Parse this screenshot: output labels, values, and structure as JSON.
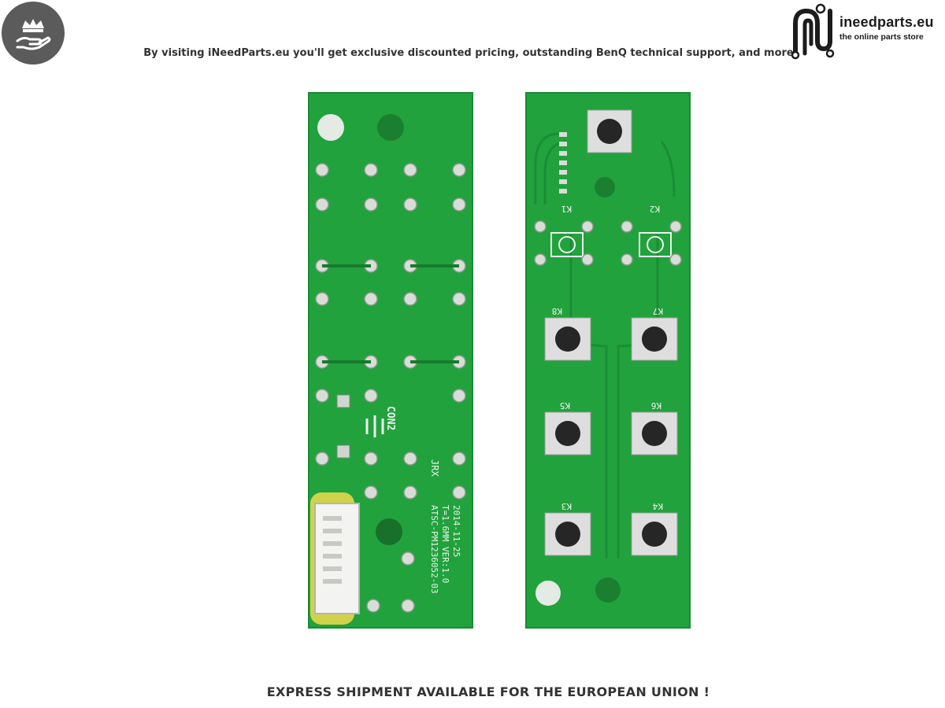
{
  "header": {
    "tagline": "By visiting iNeedParts.eu you'll get exclusive discounted pricing, outstanding BenQ technical support, and more",
    "logo_name": "ineedparts.eu",
    "logo_subtitle": "the online parts store",
    "badge_icon": "crown-hand-icon"
  },
  "product": {
    "silkscreen_left": {
      "connector": "CON2",
      "maker": "JRX",
      "date": "2014-11-25",
      "spec": "T=1.6MM   VER:1.0",
      "part": "ATSC-PM1236052-03"
    },
    "silkscreen_right": {
      "keys": [
        "K1",
        "K2",
        "K8",
        "K7",
        "K5",
        "K6",
        "K3",
        "K4"
      ]
    }
  },
  "footer": {
    "banner": "EXPRESS SHIPMENT AVAILABLE FOR THE EUROPEAN UNION !"
  },
  "colors": {
    "pcb_green": "#22a33e",
    "pcb_dark": "#1d8a34",
    "badge_gray": "#5b5b5b",
    "text": "#333333"
  }
}
